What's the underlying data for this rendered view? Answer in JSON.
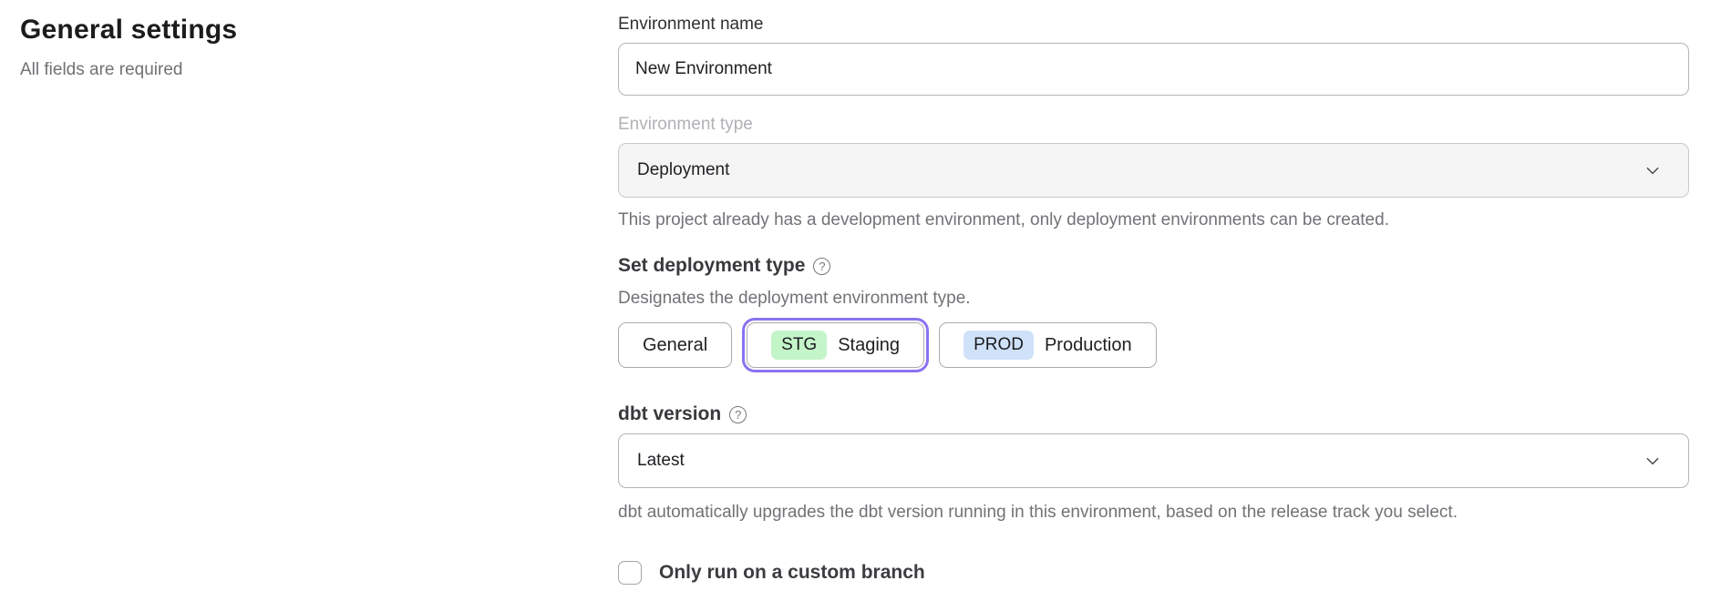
{
  "page": {
    "heading": "General settings",
    "subheading": "All fields are required"
  },
  "form": {
    "environment_name": {
      "label": "Environment name",
      "value": "New Environment"
    },
    "environment_type": {
      "label": "Environment type",
      "value": "Deployment",
      "helper": "This project already has a development environment, only deployment environments can be created."
    },
    "deployment_type": {
      "label": "Set deployment type",
      "help_icon": "question-circle",
      "description": "Designates the deployment environment type.",
      "options": [
        {
          "label": "General",
          "badge": "",
          "selected": false
        },
        {
          "label": "Staging",
          "badge": "STG",
          "selected": true
        },
        {
          "label": "Production",
          "badge": "PROD",
          "selected": false
        }
      ]
    },
    "dbt_version": {
      "label": "dbt version",
      "help_icon": "question-circle",
      "value": "Latest",
      "helper": "dbt automatically upgrades the dbt version running in this environment, based on the release track you select."
    },
    "custom_branch": {
      "label": "Only run on a custom branch",
      "checked": false
    }
  },
  "icons": {
    "chevron_down": "chevron-down",
    "question_mark": "?"
  },
  "colors": {
    "accent_purple": "#8b72f1",
    "staging_badge_green": "#c3f5c8",
    "production_badge_blue": "#d0e2f9",
    "disabled_field_bg": "#f5f5f6",
    "border_gray": "#b4b4b8",
    "helper_text_gray": "#727277"
  }
}
